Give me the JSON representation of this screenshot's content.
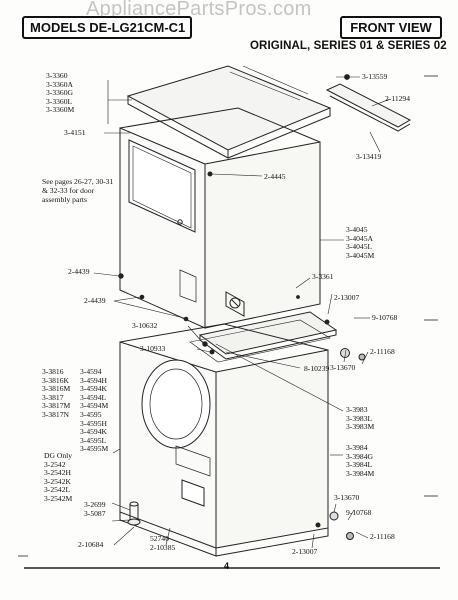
{
  "header": {
    "models_label": "MODELS DE-LG21CM-C1",
    "view_label": "FRONT VIEW",
    "subtitle": "ORIGINAL, SERIES 01 & SERIES 02",
    "watermark": "AppliancePartsPros.com"
  },
  "callouts": {
    "top_panel": [
      "3-3360",
      "3-3360A",
      "3-3360G",
      "3-3360L",
      "3-3360M"
    ],
    "door": "3-4151",
    "door_note": "See pages 26-27, 30-31 & 32-33 for door assembly parts",
    "screw_top": "3-13559",
    "rear_trim": "2-11294",
    "rear_bracket": "3-13419",
    "screw_2_4445": "2-4445",
    "side_panel_upper": [
      "3-4045",
      "3-4045A",
      "3-4045L",
      "3-4045M"
    ],
    "screw_2_4439_a": "2-4439",
    "screw_2_4439_b": "2-4439",
    "bracket_3_3361": "3-3361",
    "screw_2_13007_a": "2-13007",
    "bolt_9_10768_a": "9-10768",
    "bracket_3_10632": "3-10632",
    "spacer_3_13670_a": "3-13670",
    "nut_2_11168_a": "2-11168",
    "part_3_10933": "3-10933",
    "part_8_10239": "8-10239",
    "lower_left_col1": [
      "3-3816",
      "3-3816K",
      "3-3816M",
      "3-3817",
      "3-3817M",
      "3-3817N"
    ],
    "lower_left_col2": [
      "3-4594",
      "3-4594H",
      "3-4594K",
      "3-4594L",
      "3-4594M",
      "3-4595",
      "3-4595H",
      "3-4594K",
      "3-4595L",
      "3-4595M"
    ],
    "lower_right_mid": [
      "3-3983",
      "3-3983L",
      "3-3983M"
    ],
    "lower_right_side": [
      "3-3984",
      "3-3984G",
      "3-3984L",
      "3-3984M"
    ],
    "dg_only": [
      "DG Only",
      "3-2542",
      "3-2542H",
      "3-2542K",
      "3-2542L",
      "3-2542M"
    ],
    "leg_parts": [
      "3-2699",
      "3-5087"
    ],
    "leg_bottom": "2-10684",
    "bottom_center": [
      "52740",
      "2-10385"
    ],
    "spacer_3_13670_b": "3-13670",
    "bolt_9_10768_b": "9-10768",
    "screw_2_13007_b": "2-13007",
    "nut_2_11168_b": "2-11168"
  },
  "page_number": "4"
}
